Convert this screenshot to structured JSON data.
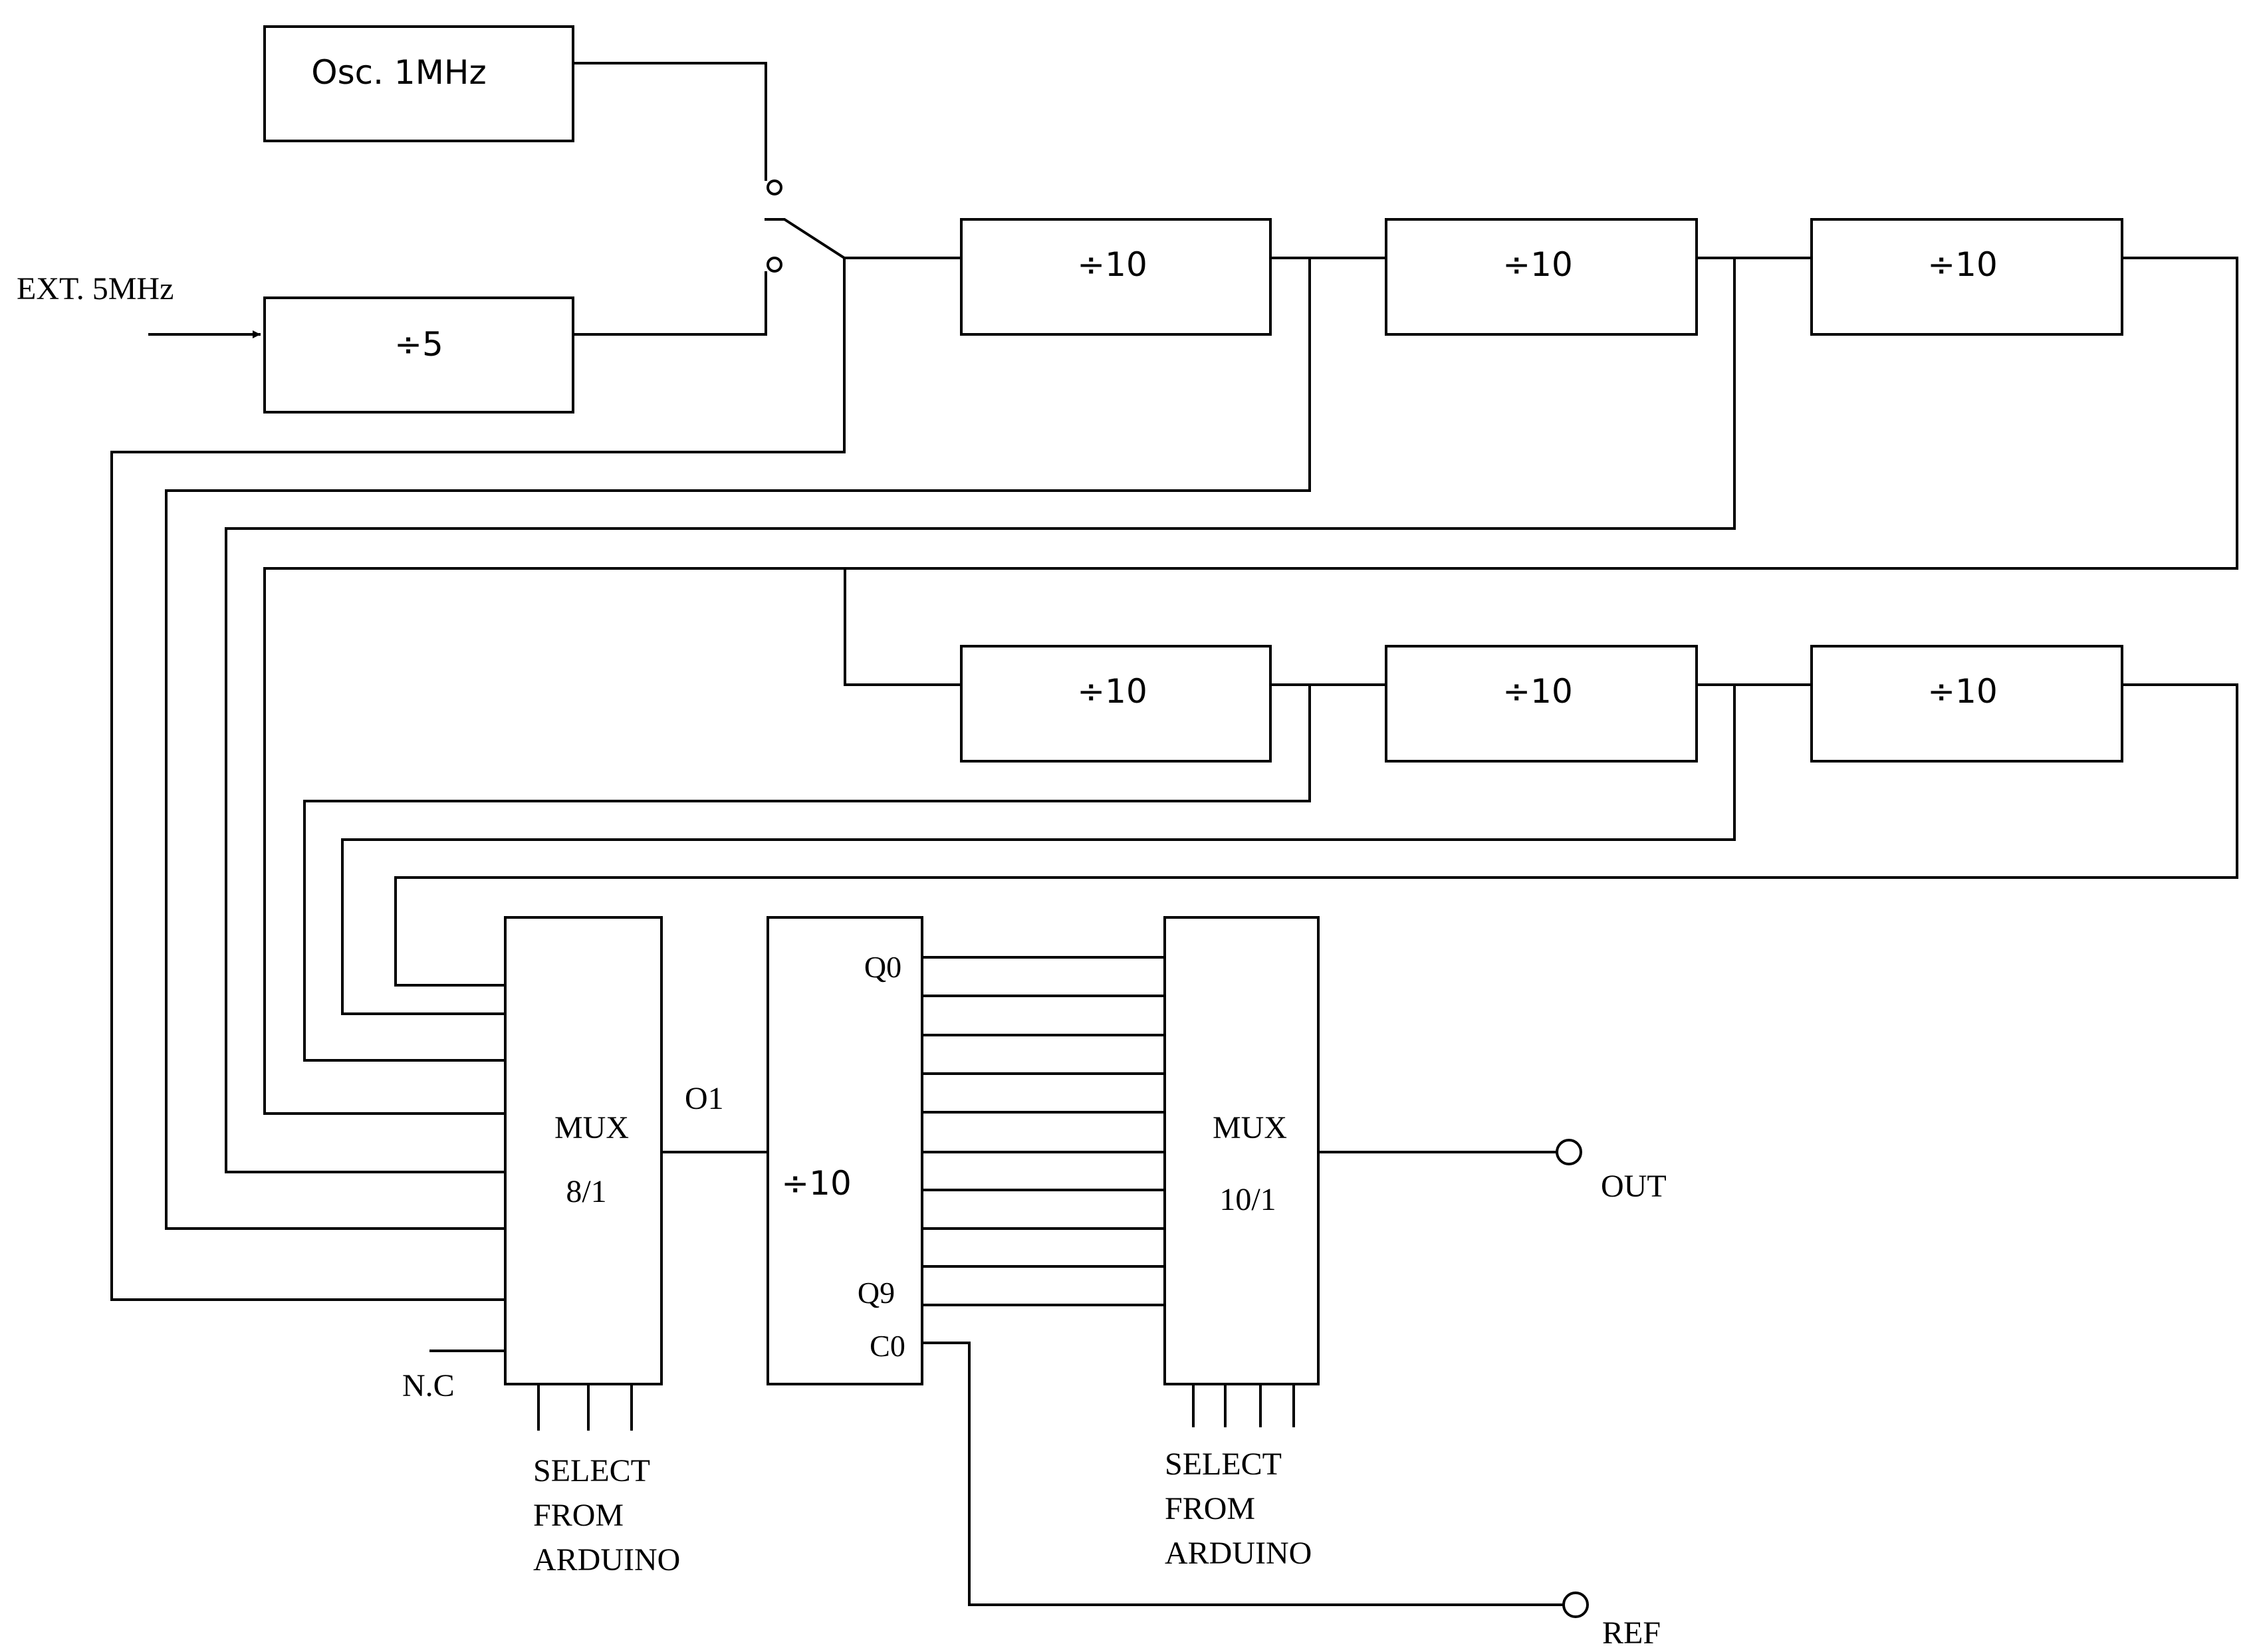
{
  "blocks": {
    "osc": "Osc. 1MHz",
    "div5": "÷5",
    "div_top_1": "÷10",
    "div_top_2": "÷10",
    "div_top_3": "÷10",
    "div_bot_1": "÷10",
    "div_bot_2": "÷10",
    "div_bot_3": "÷10"
  },
  "inputs": {
    "ext": "EXT. 5MHz"
  },
  "mux8": {
    "title": "MUX",
    "ratio": "8/1",
    "nc_label": "N.C",
    "output_label": "O1",
    "select": [
      "SELECT",
      "FROM",
      "ARDUINO"
    ]
  },
  "counter": {
    "label": "÷10",
    "q0": "Q0",
    "q9": "Q9",
    "carry": "C0"
  },
  "mux10": {
    "title": "MUX",
    "ratio": "10/1",
    "select": [
      "SELECT",
      "FROM",
      "ARDUINO"
    ]
  },
  "outputs": {
    "out": "OUT",
    "ref": "REF"
  }
}
